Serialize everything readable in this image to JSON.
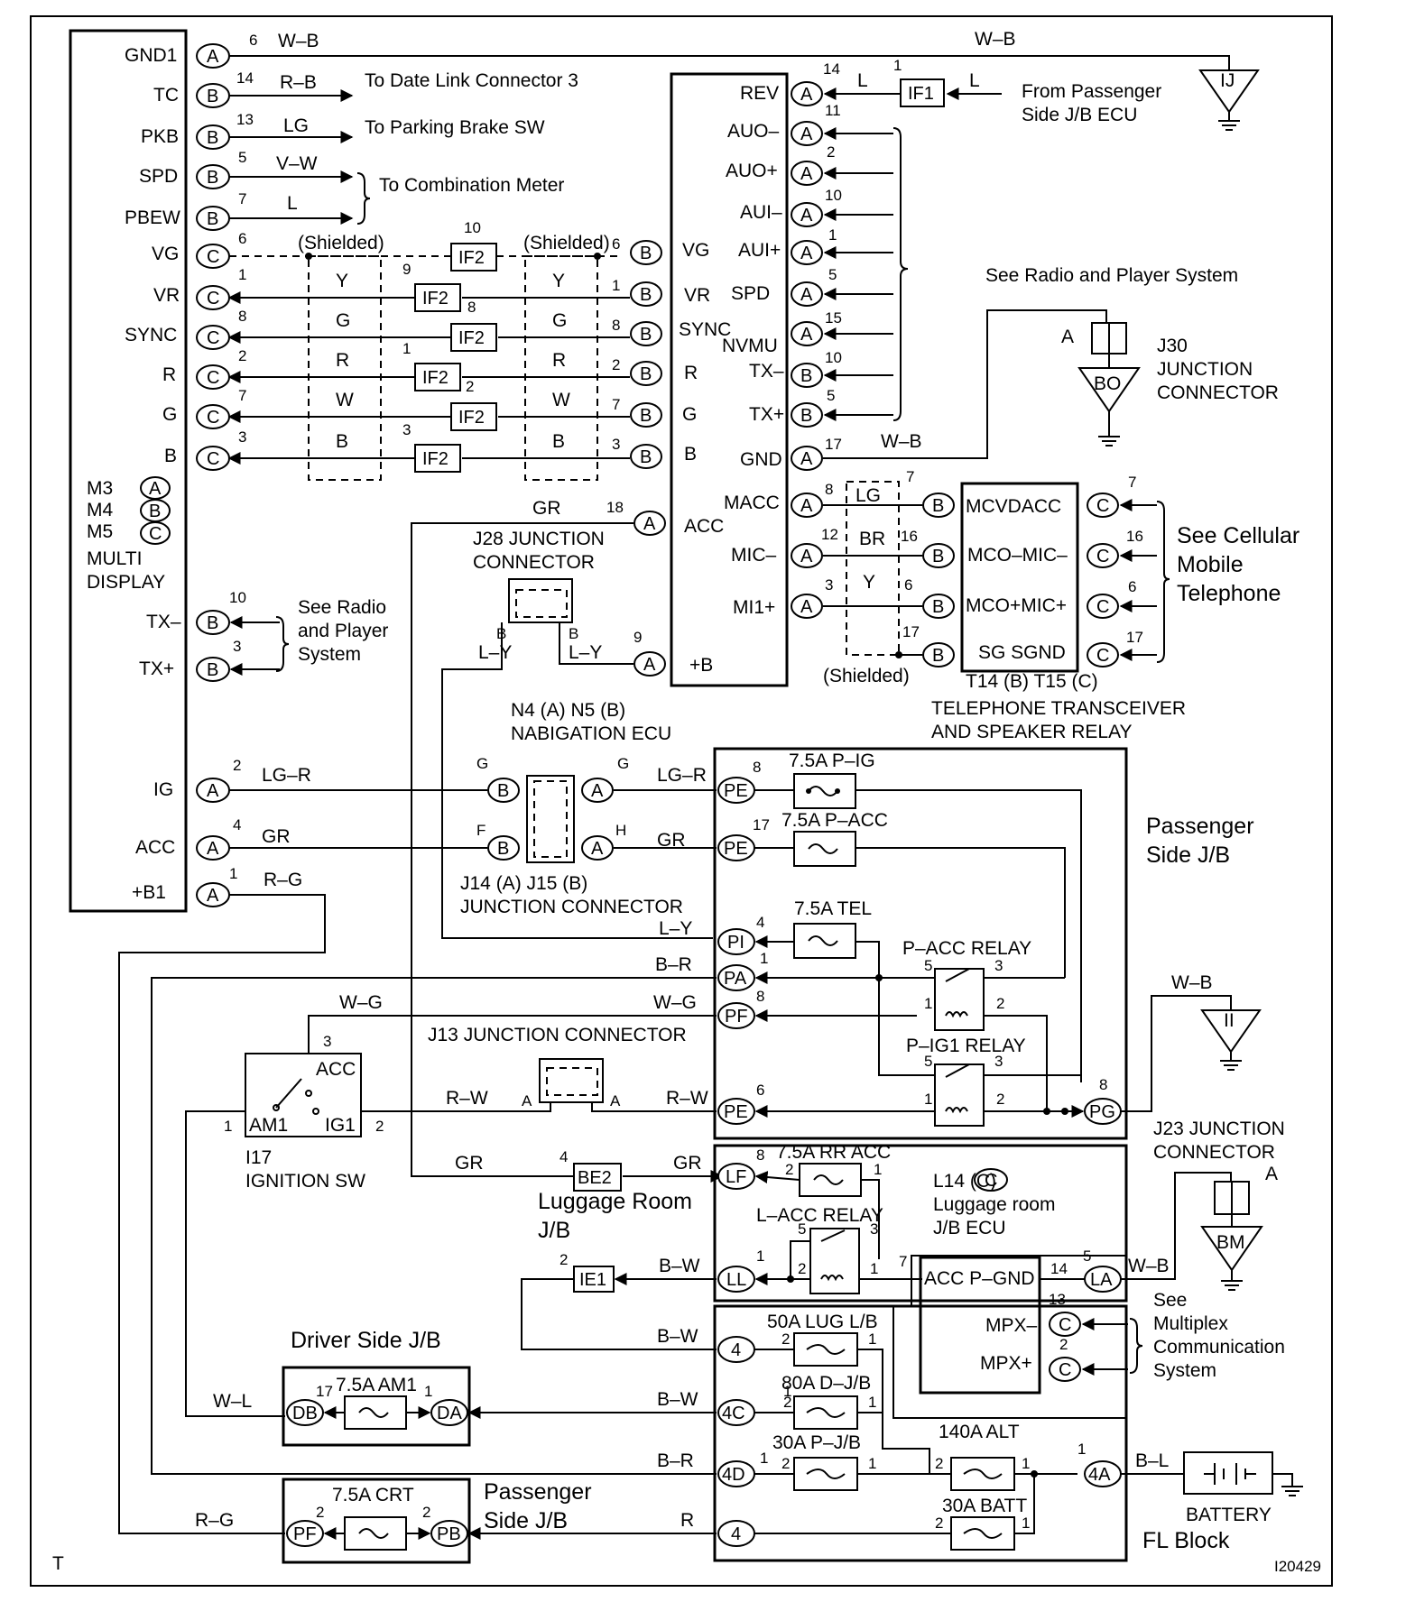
{
  "meta": {
    "code": "I20429",
    "corner_mark": "T"
  },
  "colors": {
    "w_b": "W–B",
    "r_b": "R–B",
    "lg": "LG",
    "v_w": "V–W",
    "l": "L",
    "y": "Y",
    "g": "G",
    "r": "R",
    "w": "W",
    "b": "B",
    "gr": "GR",
    "l_y": "L–Y",
    "lg_r": "LG–R",
    "r_g": "R–G",
    "b_r": "B–R",
    "w_g": "W–G",
    "r_w": "R–W",
    "b_w": "B–W",
    "w_l": "W–L",
    "b_l": "B–L",
    "br": "BR"
  },
  "shield_label": "(Shielded)",
  "if_labels": [
    "IF2"
  ],
  "multi_display": {
    "pins": [
      "GND1",
      "TC",
      "PKB",
      "SPD",
      "PBEW",
      "VG",
      "VR",
      "SYNC",
      "R",
      "G",
      "B",
      "TX–",
      "TX+",
      "IG",
      "ACC",
      "+B1"
    ],
    "ids": [
      {
        "id": "M3",
        "letter": "A"
      },
      {
        "id": "M4",
        "letter": "B"
      },
      {
        "id": "M5",
        "letter": "C"
      }
    ],
    "name": [
      "MULTI",
      "DISPLAY"
    ]
  },
  "destinations": {
    "date_link": "To Date Link Connector 3",
    "parking_brake": "To Parking Brake SW",
    "combination_meter": "To Combination Meter",
    "from_passenger_jb": [
      "From Passenger",
      "Side J/B ECU"
    ],
    "see_radio_right": "See Radio and Player System",
    "see_radio_left": [
      "See Radio",
      "and Player",
      "System"
    ],
    "cellular": [
      "See Cellular",
      "Mobile",
      "Telephone"
    ],
    "multiplex": [
      "See",
      "Multiplex",
      "Communication",
      "System"
    ]
  },
  "nav_ecu": {
    "pins_right": [
      "REV",
      "AUO–",
      "AUO+",
      "AUI–",
      "AUI+",
      "SPD",
      "NVMU",
      "TX–",
      "TX+",
      "GND",
      "MACC",
      "MIC–",
      "MI1+"
    ],
    "pins_left": [
      "VG",
      "VR",
      "SYNC",
      "R",
      "G",
      "B",
      "ACC",
      "+B"
    ],
    "if1": "IF1",
    "ids": "N4 (A) N5 (B)",
    "name": "NABIGATION ECU"
  },
  "telephone": {
    "pins": [
      "MCVDACC",
      "MCO–MIC–",
      "MCO+MIC+",
      "SG SGND"
    ],
    "ids": "T14 (B) T15 (C)",
    "name": [
      "TELEPHONE TRANSCEIVER",
      "AND SPEAKER RELAY"
    ]
  },
  "grounds": {
    "ij": "IJ",
    "bo": "BO",
    "ii": "II",
    "bm": "BM",
    "j30_pin": "A",
    "j23_pin": "A",
    "j30": [
      "J30",
      "JUNCTION",
      "CONNECTOR"
    ]
  },
  "junctions": {
    "j28": [
      "J28 JUNCTION",
      "CONNECTOR"
    ],
    "j14_j15": [
      "J14 (A) J15 (B)",
      "JUNCTION CONNECTOR"
    ],
    "j13": "J13 JUNCTION CONNECTOR",
    "j23": [
      "J23 JUNCTION",
      "CONNECTOR"
    ]
  },
  "passenger_jb_upper": {
    "title": [
      "Passenger",
      "Side J/B"
    ],
    "fuses": [
      "7.5A P–IG",
      "7.5A P–ACC",
      "7.5A TEL"
    ],
    "relays": [
      "P–ACC RELAY",
      "P–IG1 RELAY"
    ]
  },
  "ignition": {
    "pins": [
      "ACC",
      "AM1",
      "IG1"
    ],
    "name": [
      "I17",
      "IGNITION SW"
    ]
  },
  "luggage_jb": {
    "be2": "BE2",
    "ie1": "IE1",
    "title": [
      "Luggage Room",
      "J/B"
    ],
    "fuse": "7.5A RR ACC",
    "relay": "L–ACC RELAY",
    "ecu": [
      "L14 (C)",
      "Luggage room",
      "J/B ECU"
    ]
  },
  "luggage_ecu": {
    "pins": [
      "ACC P–GND",
      "MPX–",
      "MPX+"
    ]
  },
  "fl_block": {
    "title": "FL Block",
    "fuses": [
      "50A LUG L/B",
      "80A D–J/B",
      "30A P–J/B",
      "140A ALT",
      "30A BATT"
    ]
  },
  "battery": {
    "label": "BATTERY"
  },
  "driver_jb": {
    "title": "Driver Side J/B",
    "fuse": "7.5A AM1"
  },
  "passenger_jb_lower": {
    "title": [
      "Passenger",
      "Side J/B"
    ],
    "fuse": "7.5A CRT"
  }
}
